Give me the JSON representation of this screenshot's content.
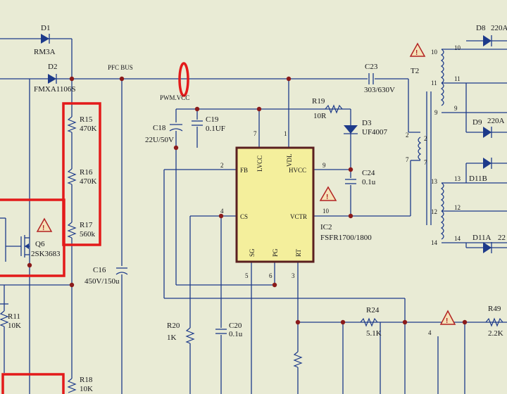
{
  "net": {
    "pfc_bus": "PFC BUS",
    "pwm_vcc": "PWM.VCC"
  },
  "ic": {
    "ref": "IC2",
    "part": "FSFR1700/1800",
    "pins": {
      "fb": "FB",
      "lvcc": "LVCC",
      "vdl": "VDL",
      "hvcc": "HVCC",
      "cs": "CS",
      "vctr": "VCTR",
      "sg": "SG",
      "pg": "PG",
      "rt": "RT"
    },
    "pin_numbers": {
      "fb": "2",
      "lvcc": "7",
      "vdl": "1",
      "hvcc": "9",
      "cs": "4",
      "vctr": "10",
      "sg": "5",
      "pg": "6",
      "rt": "3"
    }
  },
  "diodes": {
    "d1": {
      "ref": "D1",
      "part": "RM3A"
    },
    "d2": {
      "ref": "D2",
      "part": "FMXA1106S"
    },
    "d3": {
      "ref": "D3",
      "part": "UF4007"
    },
    "d8": {
      "ref": "D8",
      "part": "220A"
    },
    "d9": {
      "ref": "D9",
      "part": "220A"
    },
    "d11b": {
      "ref": "D11B"
    },
    "d11a": {
      "ref": "D11A",
      "part": "22"
    }
  },
  "resistors": {
    "r15": {
      "ref": "R15",
      "value": "470K"
    },
    "r16": {
      "ref": "R16",
      "value": "470K"
    },
    "r17": {
      "ref": "R17",
      "value": "560k"
    },
    "r11": {
      "ref": "R11",
      "value": "10K"
    },
    "r18": {
      "ref": "R18",
      "value": "10K"
    },
    "r19": {
      "ref": "R19",
      "value": "10R"
    },
    "r20": {
      "ref": "R20",
      "value": "1K"
    },
    "r24": {
      "ref": "R24",
      "value": "5.1K"
    },
    "r49": {
      "ref": "R49",
      "value": "2.2K"
    }
  },
  "capacitors": {
    "c16": {
      "ref": "C16",
      "value": "450V/150u"
    },
    "c18": {
      "ref": "C18",
      "value": "22U/50V"
    },
    "c19": {
      "ref": "C19",
      "value": "0.1UF"
    },
    "c20": {
      "ref": "C20",
      "value": "0.1u"
    },
    "c23": {
      "ref": "C23",
      "value": "303/630V"
    },
    "c24": {
      "ref": "C24",
      "value": "0.1u"
    }
  },
  "mosfet": {
    "ref": "Q6",
    "part": "2SK3683"
  },
  "transformer": {
    "ref": "T2",
    "pins": {
      "p10": "10",
      "p11": "11",
      "p9": "9",
      "p13": "13",
      "p12": "12",
      "p14": "14",
      "p2": "2",
      "p7": "7"
    }
  },
  "pin_labels": {
    "p4": "4"
  },
  "warning_mark": "!",
  "colors": {
    "background": "#e9ebd5",
    "wire": "#1d3a8a",
    "junction": "#8b1a1a",
    "highlight": "#e31a1a",
    "ic_border": "#5a1f1f",
    "ic_fill": "#f4ef9c"
  }
}
